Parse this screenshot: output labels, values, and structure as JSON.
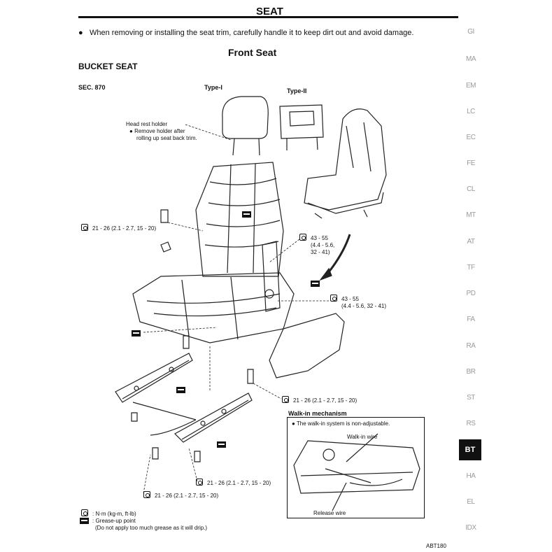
{
  "header": {
    "title": "SEAT"
  },
  "intro": {
    "bullet": "When removing or installing the seat trim, carefully handle it to keep dirt out and avoid damage."
  },
  "section": {
    "heading": "Front Seat",
    "subheading": "BUCKET SEAT"
  },
  "diagram": {
    "sec": "SEC. 870",
    "type1": "Type-I",
    "type2": "Type-II",
    "headrest_holder": "Head rest holder",
    "headrest_note_1": "Remove holder after",
    "headrest_note_2": "rolling up seat back trim.",
    "torque_a": "21 - 26 (2.1 - 2.7, 15 - 20)",
    "torque_b1": "43 - 55",
    "torque_b2": "(4.4 - 5.6,",
    "torque_b3": "32 - 41)",
    "torque_c1": "43 - 55",
    "torque_c2": "(4.4 - 5.6, 32 - 41)",
    "torque_d": "21 - 26 (2.1 - 2.7, 15 - 20)",
    "torque_e": "21 - 26 (2.1 - 2.7, 15 - 20)",
    "torque_f": "21 - 26 (2.1 - 2.7, 15 - 20)"
  },
  "walk_in": {
    "title": "Walk-in mechanism",
    "note": "The walk-in system is non-adjustable.",
    "wire": "Walk-in wire",
    "release": "Release wire"
  },
  "legend": {
    "torque_units": ": N·m (kg-m, ft-lb)",
    "grease": ": Grease-up point",
    "grease_note": "(Do not apply too much grease as it will drip.)"
  },
  "side_tabs": [
    "GI",
    "MA",
    "EM",
    "LC",
    "EC",
    "FE",
    "CL",
    "MT",
    "AT",
    "TF",
    "PD",
    "FA",
    "RA",
    "BR",
    "ST",
    "RS",
    "BT",
    "HA",
    "EL",
    "IDX"
  ],
  "active_tab": "BT",
  "figure_code": "ABT180"
}
